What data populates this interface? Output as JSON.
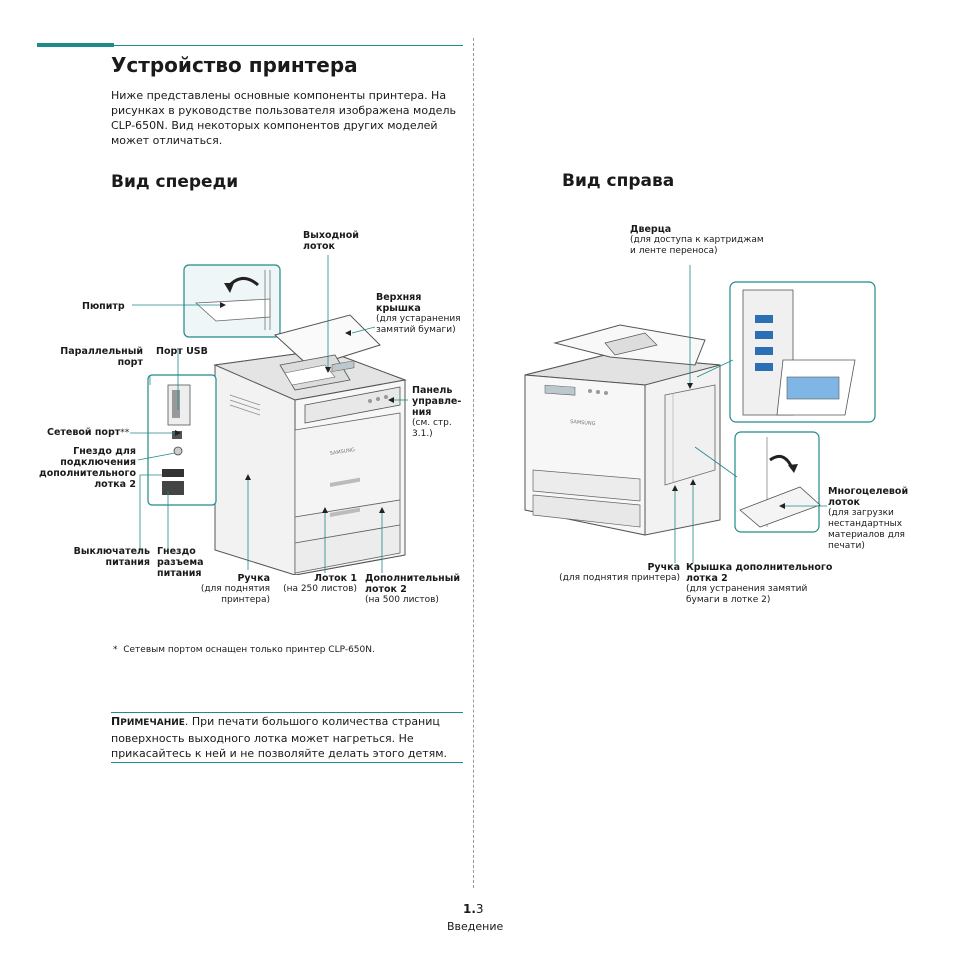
{
  "page": {
    "title": "Устройство принтера",
    "intro": "Ниже представлены основные компоненты принтера. На рисунках в руководстве пользователя изображена модель CLP-650N. Вид некоторых компонентов других моделей может отличаться.",
    "page_number_bold": "1.",
    "page_number_rest": "3",
    "section_footer": "Введение"
  },
  "front": {
    "heading": "Вид спереди",
    "labels": {
      "output_tray_1": "Выходной",
      "output_tray_2": "лоток",
      "top_cover_1": "Верхняя",
      "top_cover_2": "крышка",
      "top_cover_note_1": "(для устаранения",
      "top_cover_note_2": "замятий бумаги)",
      "stand": "Пюпитр",
      "parallel_1": "Параллельный",
      "parallel_2": "порт",
      "usb": "Порт USB",
      "network": "Сетевой порт",
      "network_mark": "**",
      "tray2_socket_1": "Гнездо для",
      "tray2_socket_2": "подключения",
      "tray2_socket_3": "дополнительного",
      "tray2_socket_4": "лотка 2",
      "panel_1": "Панель",
      "panel_2": "управле-",
      "panel_3": "ния",
      "panel_note_1": "(см. стр.",
      "panel_note_2": "3.1.)",
      "power_switch_1": "Выключатель",
      "power_switch_2": "питания",
      "power_socket_1": "Гнездо",
      "power_socket_2": "разъема",
      "power_socket_3": "питания",
      "handle": "Ручка",
      "handle_note_1": "(для поднятия",
      "handle_note_2": "принтера)",
      "tray1": "Лоток 1",
      "tray1_note": "(на 250 листов)",
      "opt_tray_1": "Дополнительный",
      "opt_tray_2": "лоток 2",
      "opt_tray_note": "(на 500 листов)"
    },
    "brand": "SAMSUNG"
  },
  "side": {
    "heading": "Вид справа",
    "labels": {
      "door": "Дверца",
      "door_note_1": "(для доступа к картриджам",
      "door_note_2": "и ленте переноса)",
      "mp_tray_1": "Многоцелевой",
      "mp_tray_2": "лоток",
      "mp_note_1": "(для загрузки",
      "mp_note_2": "нестандартных",
      "mp_note_3": "материалов для",
      "mp_note_4": "печати)",
      "handle": "Ручка",
      "handle_note": "(для поднятия принтера)",
      "opt_cover_1": "Крышка дополнительного",
      "opt_cover_2": "лотка 2",
      "opt_cover_note_1": "(для устранения замятий",
      "opt_cover_note_2": "бумаги в лотке 2)"
    },
    "brand": "SAMSUNG"
  },
  "footnote": {
    "mark": "*",
    "text": "Сетевым портом оснащен только принтер CLP-650N."
  },
  "note": {
    "label_first": "П",
    "label_rest": "РИМЕЧАНИЕ",
    "text": ". При печати большого количества страниц поверхность выходного лотка может нагреться. Не прикасайтесь к ней и не позволяйте делать этого детям."
  },
  "colors": {
    "accent": "#1f8a8a"
  }
}
